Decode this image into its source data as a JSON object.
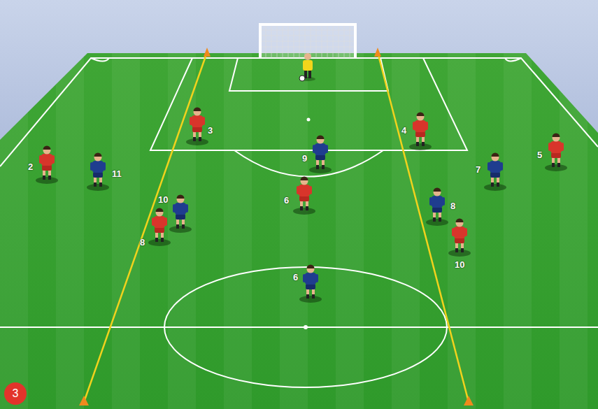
{
  "diagram": {
    "nodes": [
      {
        "text": [
          "3"
        ]
      }
    ],
    "labels": [
      "3",
      "4",
      "9",
      "2",
      "11",
      "7",
      "5",
      "10",
      "6",
      "8",
      "8",
      "10",
      "6"
    ]
  }
}
